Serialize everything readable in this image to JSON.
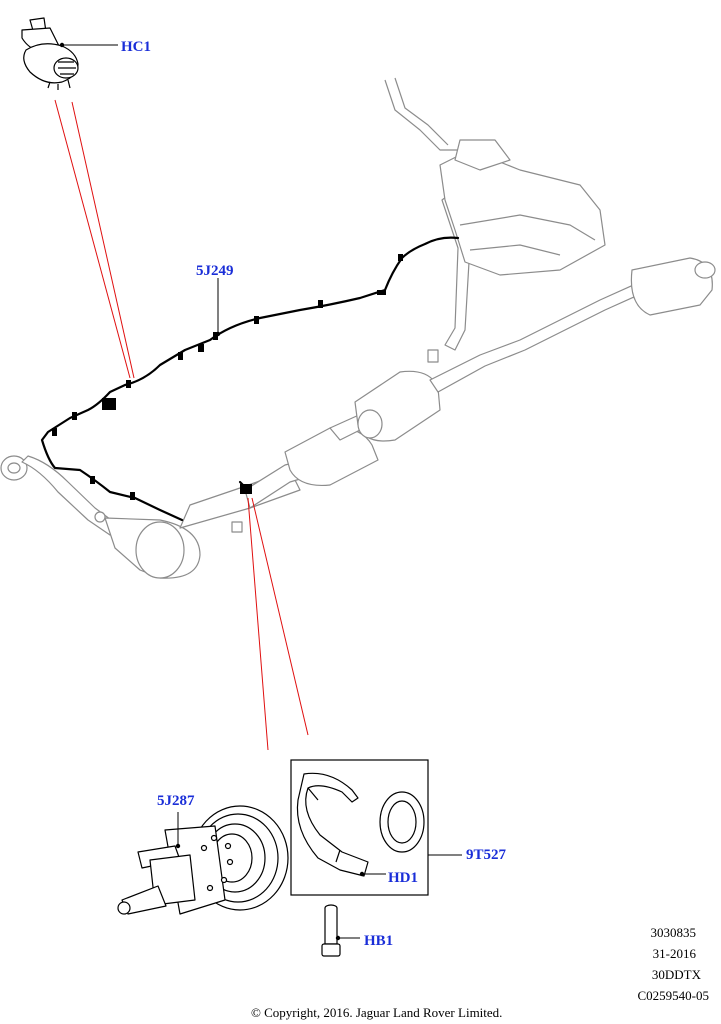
{
  "callouts": {
    "hc1": "HC1",
    "j249": "5J249",
    "j287": "5J287",
    "t527": "9T527",
    "hd1": "HD1",
    "hb1": "HB1"
  },
  "meta": {
    "ref_number": "3030835",
    "date_code": "31-2016",
    "model_code": "30DDTX",
    "illustration_id": "C0259540-05"
  },
  "copyright": "© Copyright, 2016. Jaguar Land Rover Limited.",
  "colors": {
    "callout_text": "#1a2ed8",
    "leader_red": "#e01010",
    "line_art": "#000000"
  }
}
